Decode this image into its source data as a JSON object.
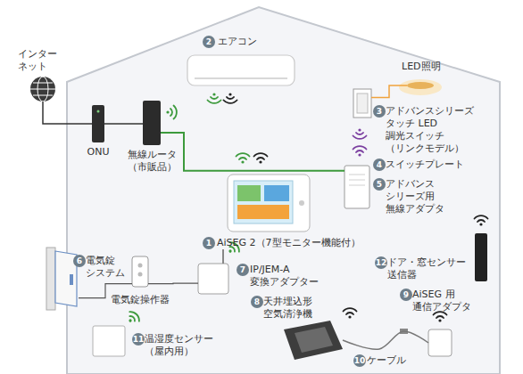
{
  "diagram": {
    "nodes": [
      {
        "text": [
          "インター ネット"
        ]
      },
      {
        "text": [
          "ONU"
        ]
      },
      {
        "text": [
          "無線ルータ （市販品）"
        ]
      },
      {
        "text": [
          "エアコン"
        ]
      },
      {
        "text": [
          "LED照明"
        ]
      },
      {
        "text": [
          "アドバンスシリーズ タッチ LED 調光スイッチ （リンクモデル）"
        ]
      },
      {
        "text": [
          "スイッチプレート"
        ]
      },
      {
        "text": [
          "アドバンス シリーズ用 無線アダプタ"
        ]
      },
      {
        "text": [
          "AiSEG 2（7型モニター機能付）"
        ]
      },
      {
        "text": [
          "電気錠 システム"
        ]
      },
      {
        "text": [
          "電気錠操作器"
        ]
      },
      {
        "text": [
          "IP/JEM-A 変換アダプター"
        ]
      },
      {
        "text": [
          "天井埋込形 空気清浄機"
        ]
      },
      {
        "text": [
          "ドア・窓センサー 送信器"
        ]
      },
      {
        "text": [
          "AiSEG 用 通信アダプタ"
        ]
      },
      {
        "text": [
          "温湿度センサー （屋内用）"
        ]
      }
    ],
    "edges": [
      {
        "from": 0,
        "to": 1,
        "arrow": "none"
      },
      {
        "from": 1,
        "to": 2,
        "arrow": "none"
      },
      {
        "from": 2,
        "to": 7,
        "arrow": "none"
      },
      {
        "from": 5,
        "to": 4,
        "arrow": "none"
      },
      {
        "from": 9,
        "to": 10,
        "arrow": "none"
      },
      {
        "from": 10,
        "to": 11,
        "arrow": "none"
      },
      {
        "from": 12,
        "to": 14,
        "label": "ケーブル",
        "arrow": "none"
      }
    ],
    "labels": [
      "2",
      "3",
      "4",
      "5",
      "1",
      "12",
      "6",
      "7",
      "9",
      "8",
      "11",
      "10"
    ]
  }
}
